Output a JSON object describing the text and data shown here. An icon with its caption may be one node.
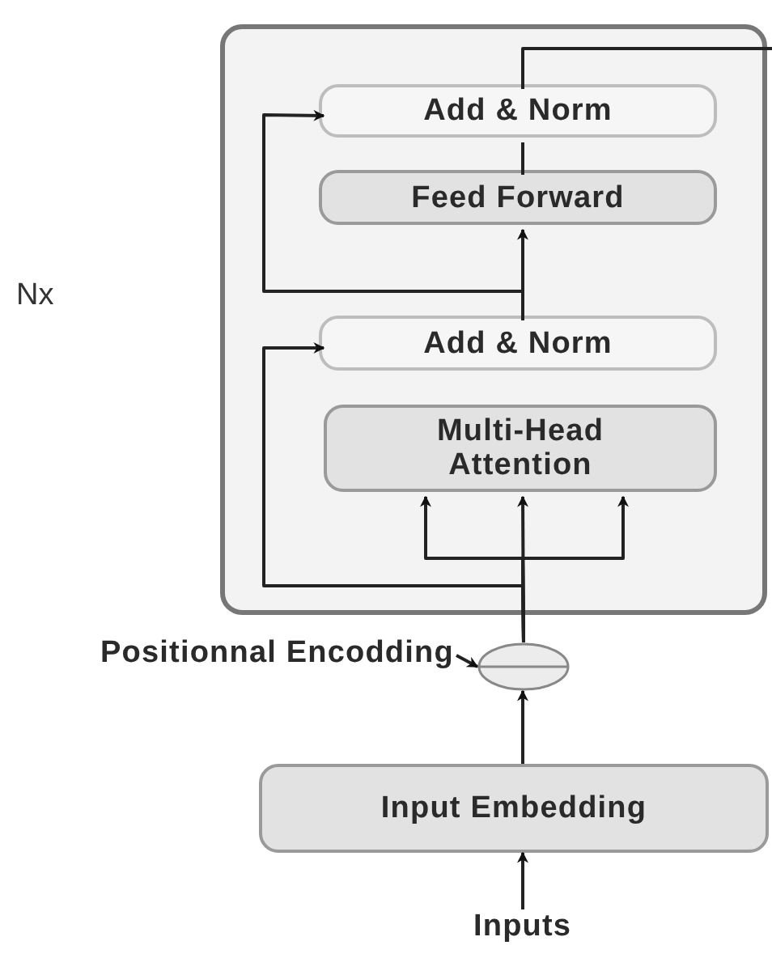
{
  "diagram": {
    "nodes": [
      {
        "text": [],
        "shape": "box"
      },
      {
        "text": [
          "Add & Norm"
        ],
        "in": 0
      },
      {
        "text": [
          "Feed Forward"
        ],
        "in": 0
      },
      {
        "text": [
          "Add & Norm"
        ],
        "in": 0
      },
      {
        "text": [
          "Multi-Head Attention"
        ],
        "in": 0
      },
      {
        "text": [],
        "shape": "circle"
      },
      {
        "text": [
          "Positionnal Encodding"
        ]
      },
      {
        "text": [
          "Input Embedding"
        ]
      },
      {
        "text": [
          "Inputs"
        ]
      }
    ],
    "edges": [
      {
        "from": 8,
        "to": 7,
        "arrow": "to"
      },
      {
        "from": 7,
        "to": 5,
        "arrow": "to"
      },
      {
        "from": 6,
        "to": 5,
        "arrow": "to"
      },
      {
        "from": 5,
        "to": 4,
        "arrow": "to"
      },
      {
        "from": 5,
        "to": 4,
        "arrow": "to"
      },
      {
        "from": 5,
        "to": 4,
        "arrow": "to"
      },
      {
        "from": 5,
        "to": 3,
        "arrow": "to"
      },
      {
        "from": 3,
        "to": 2,
        "arrow": "to"
      },
      {
        "from": 3,
        "to": 1,
        "arrow": "to"
      },
      {
        "from": 2,
        "to": 1,
        "arrow": "none"
      },
      {
        "from": 1,
        "to": null,
        "arrow": "none"
      }
    ],
    "labels": [
      "Nx"
    ]
  }
}
